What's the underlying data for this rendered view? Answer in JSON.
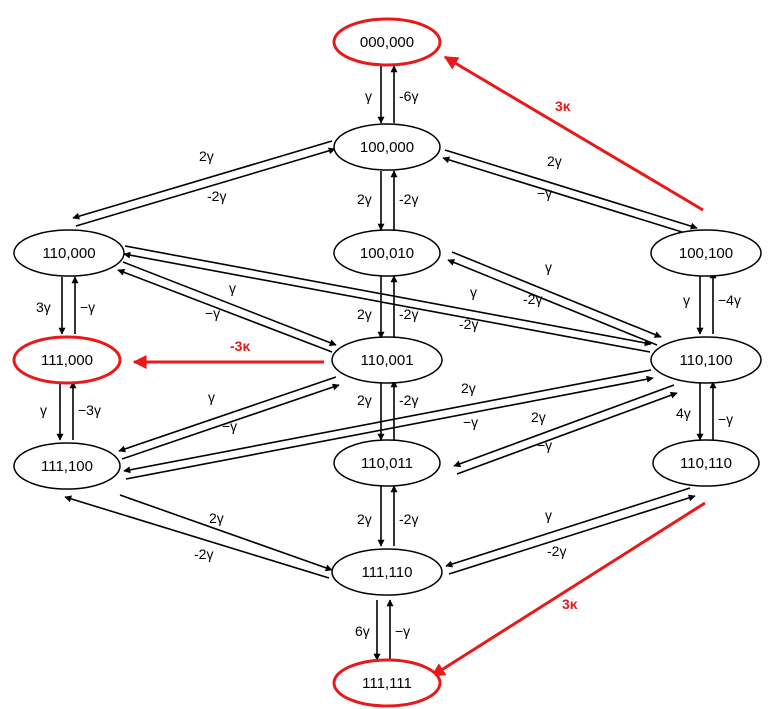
{
  "colors": {
    "default": "#000000",
    "highlight": "#e8191a"
  },
  "nodes": [
    {
      "id": "n000000",
      "label": "000,000",
      "highlight": true
    },
    {
      "id": "n100000",
      "label": "100,000",
      "highlight": false
    },
    {
      "id": "n110000",
      "label": "110,000",
      "highlight": false
    },
    {
      "id": "n100010",
      "label": "100,010",
      "highlight": false
    },
    {
      "id": "n100100",
      "label": "100,100",
      "highlight": false
    },
    {
      "id": "n111000",
      "label": "111,000",
      "highlight": true
    },
    {
      "id": "n110001",
      "label": "110,001",
      "highlight": false
    },
    {
      "id": "n110100",
      "label": "110,100",
      "highlight": false
    },
    {
      "id": "n111100",
      "label": "111,100",
      "highlight": false
    },
    {
      "id": "n110011",
      "label": "110,011",
      "highlight": false
    },
    {
      "id": "n110110",
      "label": "110,110",
      "highlight": false
    },
    {
      "id": "n111110",
      "label": "111,110",
      "highlight": false
    },
    {
      "id": "n111111",
      "label": "111,111",
      "highlight": true
    }
  ],
  "transitions": [
    {
      "from": "000,000",
      "to": "100,000",
      "forward": "γ",
      "backward": "-6γ"
    },
    {
      "from": "100,000",
      "to": "110,000",
      "forward": "2γ",
      "backward": "-2γ"
    },
    {
      "from": "100,000",
      "to": "100,010",
      "forward": "2γ",
      "backward": "-2γ"
    },
    {
      "from": "100,000",
      "to": "100,100",
      "forward": "2γ",
      "backward": "−γ"
    },
    {
      "from": "110,000",
      "to": "111,000",
      "forward": "3γ",
      "backward": "−γ"
    },
    {
      "from": "110,000",
      "to": "110,001",
      "forward": "γ",
      "backward": "−γ"
    },
    {
      "from": "110,000",
      "to": "110,100",
      "forward": "γ",
      "backward": "-2γ"
    },
    {
      "from": "100,010",
      "to": "110,001",
      "forward": "2γ",
      "backward": "-2γ"
    },
    {
      "from": "100,010",
      "to": "110,100",
      "forward": "γ",
      "backward": "-2γ"
    },
    {
      "from": "100,100",
      "to": "110,100",
      "forward": "γ",
      "backward": "−4γ"
    },
    {
      "from": "111,000",
      "to": "111,100",
      "forward": "γ",
      "backward": "−3γ"
    },
    {
      "from": "110,001",
      "to": "111,100",
      "forward": "γ",
      "backward": "−γ"
    },
    {
      "from": "110,001",
      "to": "110,011",
      "forward": "2γ",
      "backward": "-2γ"
    },
    {
      "from": "110,100",
      "to": "111,100",
      "forward": "2γ",
      "backward": "−γ"
    },
    {
      "from": "110,100",
      "to": "110,011",
      "forward": "2γ",
      "backward": "−γ"
    },
    {
      "from": "110,100",
      "to": "110,110",
      "forward": "4γ",
      "backward": "−γ"
    },
    {
      "from": "111,100",
      "to": "111,110",
      "forward": "2γ",
      "backward": "-2γ"
    },
    {
      "from": "110,011",
      "to": "111,110",
      "forward": "2γ",
      "backward": "-2γ"
    },
    {
      "from": "110,110",
      "to": "111,110",
      "forward": "γ",
      "backward": "-2γ"
    },
    {
      "from": "111,110",
      "to": "111,111",
      "forward": "6γ",
      "backward": "−γ"
    }
  ],
  "decay_transitions": [
    {
      "from": "100,100",
      "to": "000,000",
      "label": "3κ"
    },
    {
      "from": "110,001",
      "to": "111,000",
      "label": "-3κ"
    },
    {
      "from": "110,110",
      "to": "111,111",
      "label": "3κ"
    }
  ]
}
